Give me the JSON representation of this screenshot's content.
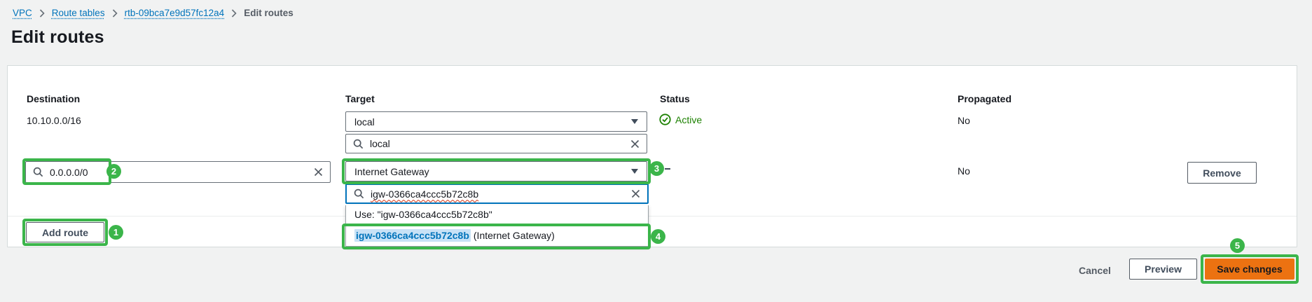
{
  "breadcrumb": {
    "items": [
      "VPC",
      "Route tables",
      "rtb-09bca7e9d57fc12a4",
      "Edit routes"
    ]
  },
  "page": {
    "title": "Edit routes"
  },
  "table": {
    "headers": {
      "destination": "Destination",
      "target": "Target",
      "status": "Status",
      "propagated": "Propagated"
    },
    "row1": {
      "destination": "10.10.0.0/16",
      "target_value": "local",
      "target_filter": "local",
      "status": "Active",
      "propagated": "No"
    },
    "row2": {
      "destination_value": "0.0.0.0/0",
      "target_value": "Internet Gateway",
      "target_filter": "igw-0366ca4ccc5b72c8b",
      "propagated": "No",
      "remove_label": "Remove"
    },
    "target_dropdown": {
      "use_option": "Use: \"igw-0366ca4ccc5b72c8b\"",
      "match_id": "igw-0366ca4ccc5b72c8b",
      "match_type": "(Internet Gateway)"
    }
  },
  "actions": {
    "add_route": "Add route",
    "cancel": "Cancel",
    "preview": "Preview",
    "save": "Save changes"
  },
  "annotations": {
    "badges": [
      "1",
      "2",
      "3",
      "4",
      "5"
    ],
    "highlight_color": "#3bb54a"
  },
  "colors": {
    "link_blue": "#0073bb",
    "status_green": "#1d8102",
    "primary_orange": "#ec7211",
    "page_background": "#f1f2f2"
  }
}
